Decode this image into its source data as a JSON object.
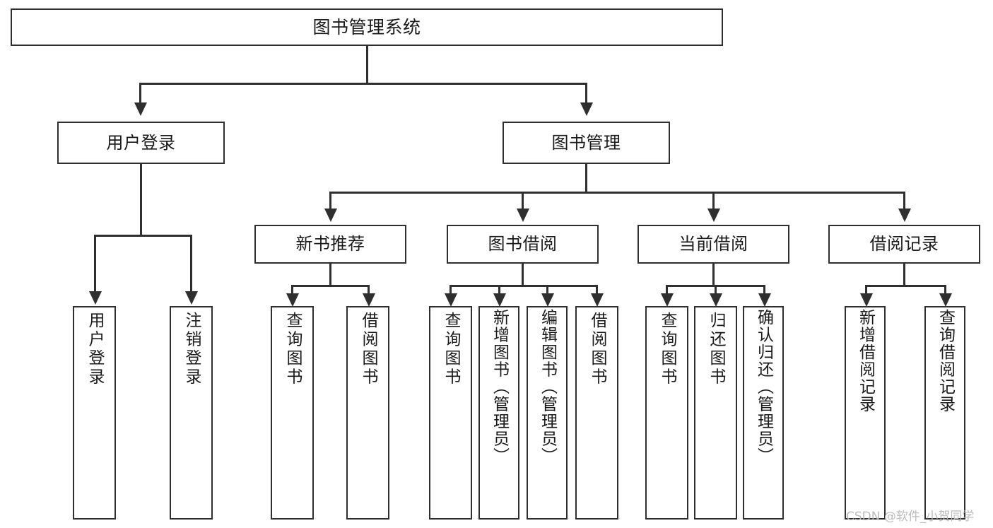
{
  "diagram": {
    "type": "tree",
    "title": "图书管理系统",
    "root": {
      "id": "root",
      "label": "图书管理系统"
    },
    "level2": [
      {
        "id": "user-login",
        "label": "用户登录"
      },
      {
        "id": "book-manage",
        "label": "图书管理"
      }
    ],
    "level3": [
      {
        "id": "new-book-rec",
        "label": "新书推荐",
        "parent": "book-manage"
      },
      {
        "id": "book-borrow",
        "label": "图书借阅",
        "parent": "book-manage"
      },
      {
        "id": "current-borrow",
        "label": "当前借阅",
        "parent": "book-manage"
      },
      {
        "id": "borrow-record",
        "label": "借阅记录",
        "parent": "book-manage"
      }
    ],
    "leaves": {
      "user_login": [
        {
          "id": "leaf-user-login",
          "label": "用户登录"
        },
        {
          "id": "leaf-user-logout",
          "label": "注销登录"
        }
      ],
      "new_book_rec": [
        {
          "id": "leaf-query-book-1",
          "label": "查询图书"
        },
        {
          "id": "leaf-borrow-book-1",
          "label": "借阅图书"
        }
      ],
      "book_borrow": [
        {
          "id": "leaf-query-book-2",
          "label": "查询图书"
        },
        {
          "id": "leaf-add-book",
          "label": "新增图书（管理员）"
        },
        {
          "id": "leaf-edit-book",
          "label": "编辑图书（管理员）"
        },
        {
          "id": "leaf-borrow-book-2",
          "label": "借阅图书"
        }
      ],
      "current_borrow": [
        {
          "id": "leaf-query-book-3",
          "label": "查询图书"
        },
        {
          "id": "leaf-return-book",
          "label": "归还图书"
        },
        {
          "id": "leaf-confirm-return",
          "label": "确认归还（管理员）"
        }
      ],
      "borrow_record": [
        {
          "id": "leaf-add-record",
          "label": "新增借阅记录"
        },
        {
          "id": "leaf-query-record",
          "label": "查询借阅记录"
        }
      ]
    }
  },
  "watermark": {
    "text": "CSDN @软件_小贺同学"
  },
  "colors": {
    "stroke": "#2f2f2f",
    "background": "#ffffff",
    "text": "#1a1a1a",
    "watermark": "#b8b8b8"
  }
}
